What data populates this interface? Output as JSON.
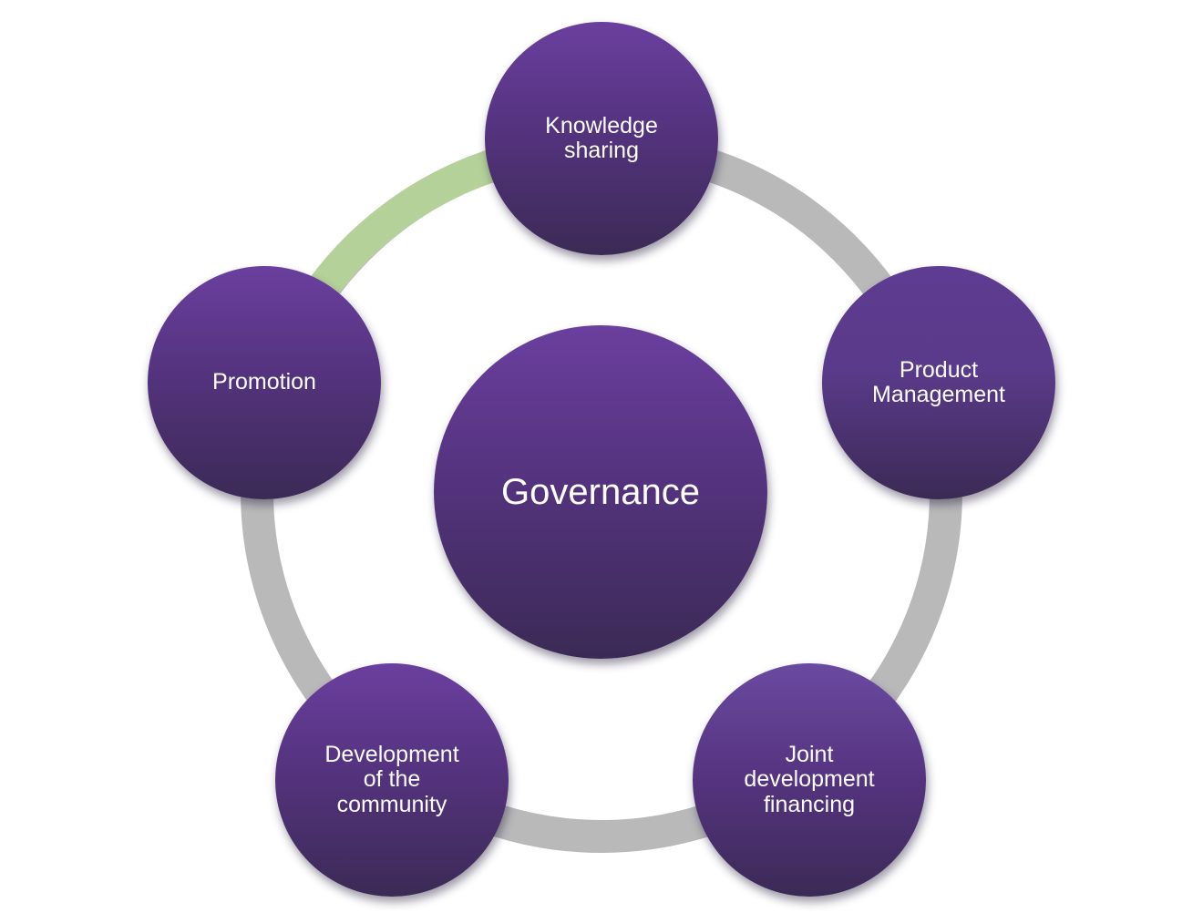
{
  "diagram": {
    "center": {
      "label": "Governance"
    },
    "satellites": [
      {
        "label": "Knowledge\nsharing"
      },
      {
        "label": "Product\nManagement"
      },
      {
        "label": "Joint\ndevelopment\nfinancing"
      },
      {
        "label": "Development\nof the\ncommunity"
      },
      {
        "label": "Promotion"
      }
    ]
  },
  "colors": {
    "node_top": "#6a3f9e",
    "node_bottom": "#3b2a55",
    "ring": "#b9b9ba",
    "highlight_arc": "#b5d19a",
    "text": "#ffffff"
  }
}
